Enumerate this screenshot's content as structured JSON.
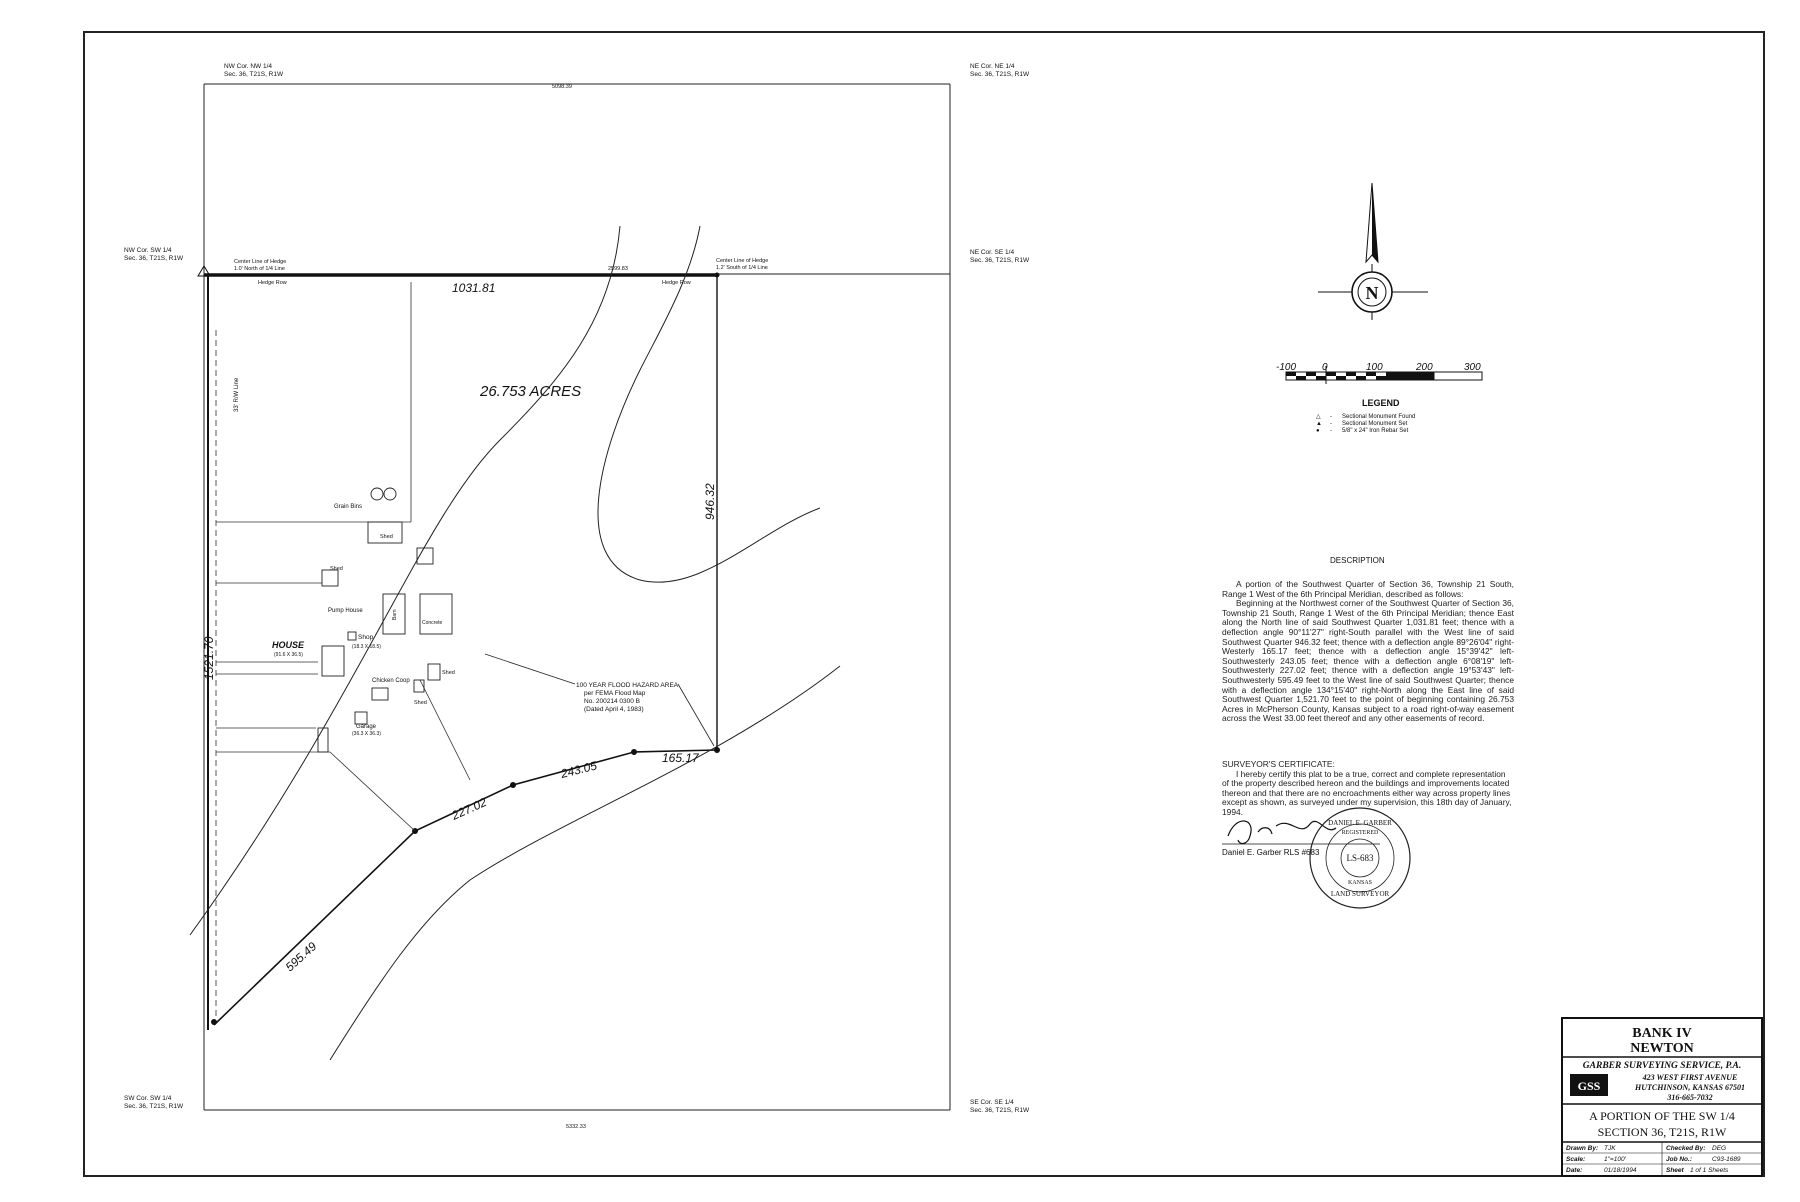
{
  "corners": {
    "nw_top": [
      "NW Cor. NW 1/4",
      "Sec. 36, T21S, R1W"
    ],
    "ne_top": [
      "NE Cor. NE 1/4",
      "Sec. 36, T21S, R1W"
    ],
    "nw_sw": [
      "NW Cor. SW 1/4",
      "Sec. 36, T21S, R1W"
    ],
    "ne_se": [
      "NE Cor. SE 1/4",
      "Sec. 36, T21S, R1W"
    ],
    "sw_sw": [
      "SW Cor. SW 1/4",
      "Sec. 36, T21S, R1W"
    ],
    "se_se": [
      "SE Cor. SE 1/4",
      "Sec. 36, T21S, R1W"
    ]
  },
  "hedge": {
    "west_note": [
      "Center Line of Hedge",
      "1.0' North of 1/4 Line"
    ],
    "east_note": [
      "Center Line of Hedge",
      "1.2' South of 1/4 Line"
    ],
    "row_label_w": "Hedge Row",
    "row_label_e": "Hedge Row"
  },
  "dimensions": {
    "north": "1031.81",
    "east": "946.32",
    "west": "1521.70",
    "sw_leg": "595.49",
    "leg2": "227.02",
    "leg3": "243.05",
    "leg4": "165.17",
    "north_total": "2599.83",
    "top_total": "5098.39",
    "bottom_total": "5332.33",
    "rw": "33' R/W Line"
  },
  "tract": {
    "acres": "26.753 ACRES"
  },
  "buildings": {
    "house": "HOUSE",
    "house_dims": "(91.6 X 36.5)",
    "shop": "Shop",
    "shop_dims": "(18.3 X 18.5)",
    "shed1": "Shed",
    "shed2": "Shed",
    "shed3": "Shed",
    "shed4": "Shed",
    "pump": "Pump House",
    "chicken": "Chicken Coop",
    "garage": "Garage",
    "garage_dims": "(36.3 X 36.3)",
    "barn": "Barn",
    "concrete": "Concrete",
    "grain": "Grain Bins"
  },
  "flood": [
    "100 YEAR FLOOD HAZARD AREA",
    "per FEMA Flood Map",
    "No. 200214 0300 B",
    "(Dated April 4, 1983)"
  ],
  "scale_bar": {
    "labels": [
      "-100",
      "0",
      "100",
      "200",
      "300"
    ]
  },
  "legend": {
    "title": "LEGEND",
    "items": [
      {
        "symbol": "△",
        "text": "Sectional Monument Found"
      },
      {
        "symbol": "▲",
        "text": "Sectional Monument Set"
      },
      {
        "symbol": "●",
        "text": "5/8\" x 24\" Iron Rebar Set"
      }
    ]
  },
  "north_arrow": {
    "letter": "N"
  },
  "description": {
    "title": "DESCRIPTION",
    "paragraphs": [
      "A portion of the Southwest Quarter of Section 36, Township 21 South, Range 1 West of the 6th Principal Meridian, described as follows:",
      "Beginning at the Northwest corner of the Southwest Quarter of Section 36, Township 21 South, Range 1 West of the 6th Principal Meridian; thence East along the North line of said Southwest Quarter 1,031.81 feet; thence with a deflection angle 90°11'27\" right-South parallel with the West line of said Southwest Quarter 946.32 feet; thence with a deflection angle 89°26'04\" right-Westerly 165.17 feet; thence with a deflection angle 15°39'42\" left-Southwesterly 243.05 feet; thence with a deflection angle 6°08'19\" left-Southwesterly 227.02 feet; thence with a deflection angle 19°53'43\" left-Southwesterly 595.49 feet to the West line of said Southwest Quarter; thence with a deflection angle 134°15'40\" right-North along the East line of said Southwest Quarter 1,521.70 feet to the point of beginning containing 26.753 Acres in McPherson County, Kansas subject to a road right-of-way easement across the West 33.00 feet thereof and any other easements of record."
    ]
  },
  "certificate": {
    "title": "SURVEYOR'S CERTIFICATE:",
    "text": "I hereby certify this plat to be a true, correct and complete representation of the property described hereon and the buildings and improvements located thereon and that there are no encroachments either way across property lines except as shown, as surveyed under my supervision, this 18th day of January, 1994.",
    "signer": "Daniel E. Garber  RLS #683",
    "seal_top": "DANIEL E. GARBER",
    "seal_mid": "LS-683",
    "seal_state": "KANSAS",
    "seal_bottom": "LAND SURVEYOR",
    "seal_reg": "REGISTERED"
  },
  "title_block": {
    "client": [
      "BANK IV",
      "NEWTON"
    ],
    "firm": "GARBER SURVEYING SERVICE, P.A.",
    "logo": "GSS",
    "address": [
      "423 WEST FIRST AVENUE",
      "HUTCHINSON, KANSAS 67501",
      "316-665-7032"
    ],
    "project": [
      "A PORTION OF THE SW 1/4",
      "SECTION 36, T21S, R1W"
    ],
    "rows": [
      [
        {
          "k": "Drawn By:",
          "v": "TJK"
        },
        {
          "k": "Checked By:",
          "v": "DEG"
        }
      ],
      [
        {
          "k": "Scale:",
          "v": "1\"=100'"
        },
        {
          "k": "Job No.:",
          "v": "C93-1689"
        }
      ],
      [
        {
          "k": "Date:",
          "v": "01/18/1994"
        },
        {
          "k": "Sheet",
          "v": "1 of 1 Sheets"
        }
      ]
    ]
  }
}
